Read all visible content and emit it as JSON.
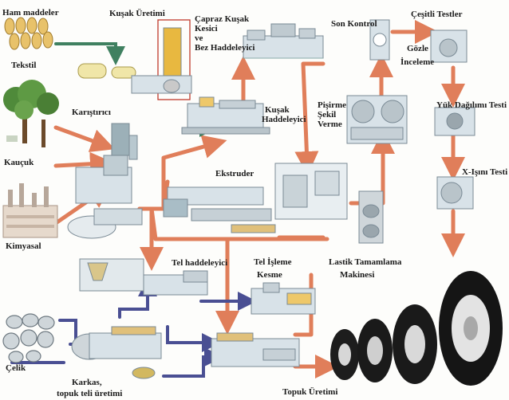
{
  "labels": {
    "ham_maddeler": "Ham maddeler",
    "tekstil": "Tekstil",
    "kusak_uretimi": "Kuşak Üretimi",
    "capraz_kusak": [
      "Çapraz Kuşak",
      "Kesici",
      "ve",
      "Bez Haddeleyici"
    ],
    "son_kontrol": "Son Kontrol",
    "cesitli_testler": "Çeşitli Testler",
    "gozle_inceleme": [
      "Gözle",
      "İnceleme"
    ],
    "karistirici": "Karıştırıcı",
    "kusak_haddeleyici": [
      "Kuşak",
      "Haddeleyici"
    ],
    "pisirme": [
      "Pişirme",
      "Şekil",
      "Verme"
    ],
    "yuk_dagilimi": "Yük Dağılımı Testi",
    "kaucuk": "Kauçuk",
    "ekstruder": "Ekstruder",
    "x_isini": "X-Işını Testi",
    "kimyasal": "Kimyasal",
    "tel_haddeleyici": "Tel haddeleyici",
    "tel_isleme": [
      "Tel İşleme",
      "Kesme"
    ],
    "lastik_tamamlama": [
      "Lastik Tamamlama",
      "Makinesi"
    ],
    "celik": "Çelik",
    "karkas": [
      "Karkas,",
      "topuk teli üretimi"
    ],
    "topuk_uretimi": "Topuk Üretimi"
  },
  "colors": {
    "rubber_flow": "#e07e5a",
    "steel_flow": "#4a4f93",
    "textile_flow": "#3f8060",
    "machine": "#d8e2e8",
    "machine_edge": "#7a8a95"
  }
}
